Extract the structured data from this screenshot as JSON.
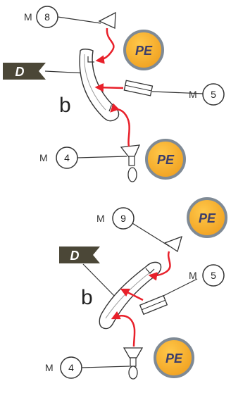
{
  "m_prefix": "M",
  "top": {
    "m_top": "8",
    "m_side": "5",
    "m_bottom": "4",
    "flag": "D",
    "b": "b",
    "pe_top": "PE",
    "pe_bottom": "PE"
  },
  "bottom": {
    "m_top": "9",
    "m_side": "5",
    "m_bottom": "4",
    "flag": "D",
    "b": "b",
    "pe_top": "PE",
    "pe_bottom": "PE"
  },
  "colors": {
    "arrow": "#e8202a",
    "pe_fill": "#f7b229",
    "pe_ring": "#7f8a95",
    "flag": "#4b4737",
    "line": "#333333"
  }
}
